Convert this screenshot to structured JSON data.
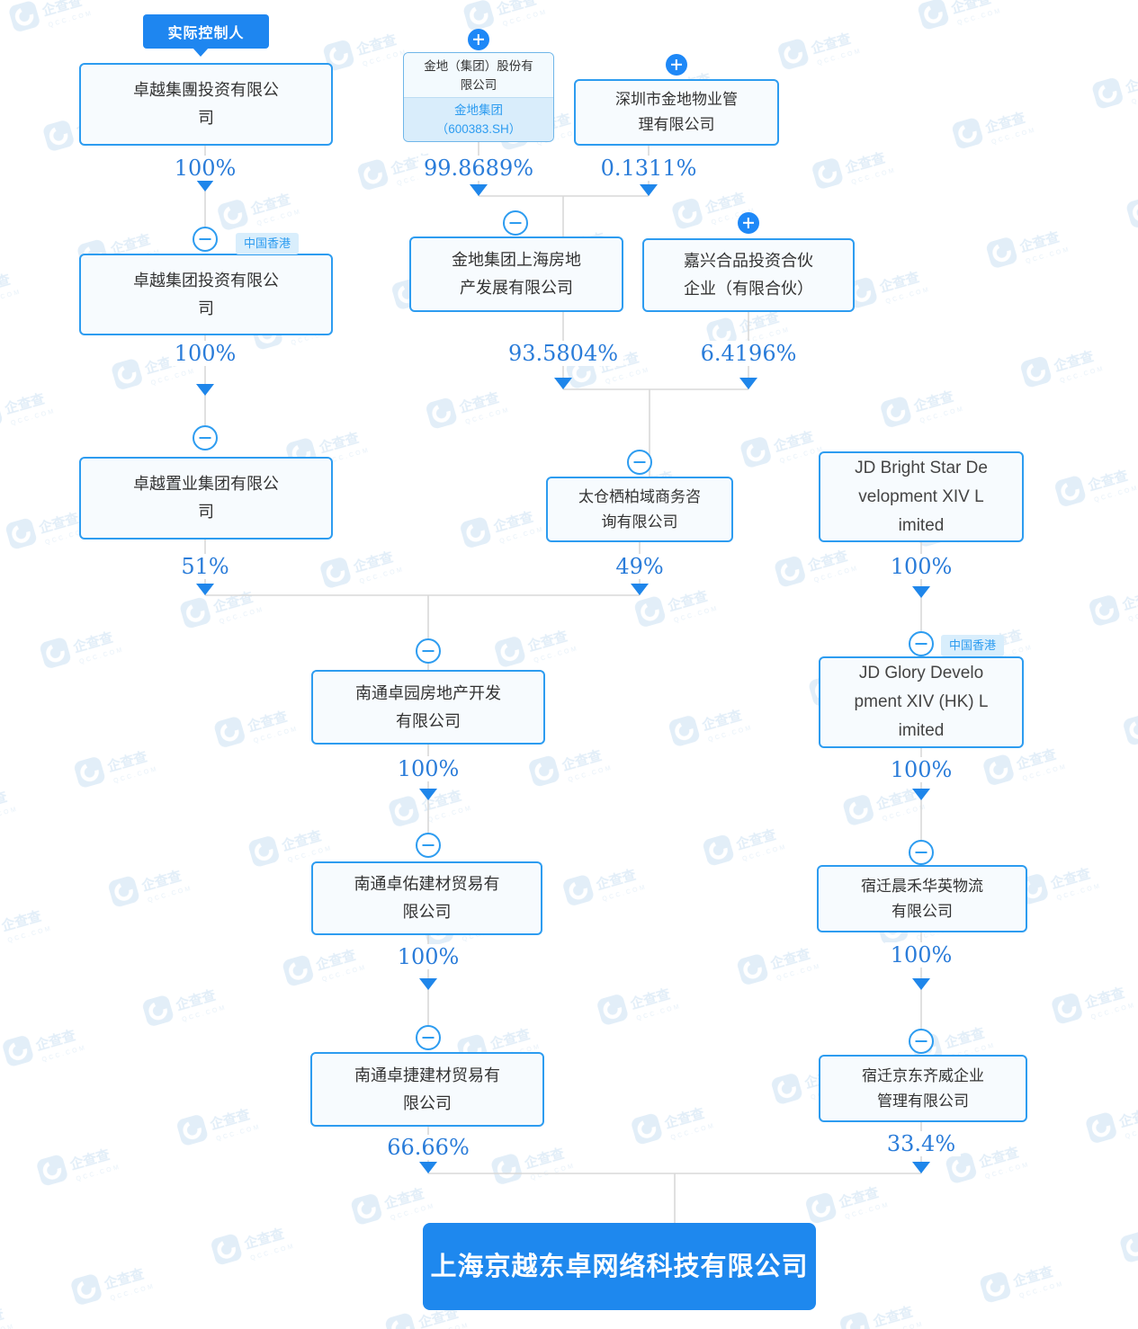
{
  "watermark": {
    "brand": "企查查",
    "domain": "qcc.com"
  },
  "badge": {
    "label": "实际控制人"
  },
  "colors": {
    "accent": "#2d9cf0",
    "percent_text": "#2a7cd9",
    "arrow": "#1f86ea",
    "line": "#d8d8d8",
    "badge_bg": "#1e86f0",
    "final_node_bg": "#1e88ee",
    "tag_bg": "#d9eefc"
  },
  "nodes": {
    "a": {
      "name": "卓越集團投资有限公司",
      "lines": [
        "卓越集團投资有限公",
        "司"
      ]
    },
    "b": {
      "name": "金地（集团）股份有限公司",
      "lines": [
        "金地（集团）股份有",
        "限公司"
      ],
      "alias": "金地集团",
      "stock_code": "（600383.SH）"
    },
    "c": {
      "name": "深圳市金地物业管理有限公司",
      "lines": [
        "深圳市金地物业管",
        "理有限公司"
      ]
    },
    "d": {
      "name": "金地集团上海房地产发展有限公司",
      "lines": [
        "金地集团上海房地",
        "产发展有限公司"
      ]
    },
    "e": {
      "name": "嘉兴合品投资合伙企业（有限合伙）",
      "lines": [
        "嘉兴合品投资合伙",
        "企业（有限合伙）"
      ]
    },
    "f": {
      "name": "卓越集团投资有限公司",
      "lines": [
        "卓越集团投资有限公",
        "司"
      ],
      "tag": "中国香港"
    },
    "g": {
      "name": "卓越置业集团有限公司",
      "lines": [
        "卓越置业集团有限公",
        "司"
      ]
    },
    "h": {
      "name": "太仓栖柏域商务咨询有限公司",
      "lines": [
        "太仓栖柏域商务咨",
        "询有限公司"
      ]
    },
    "i": {
      "name": "JD Bright Star Development XIV Limited",
      "lines": [
        "JD Bright Star De",
        "velopment XIV L",
        "imited"
      ]
    },
    "j": {
      "name": "南通卓园房地产开发有限公司",
      "lines": [
        "南通卓园房地产开发",
        "有限公司"
      ]
    },
    "k": {
      "name": "JD Glory Development XIV (HK) Limited",
      "lines": [
        "JD Glory Develo",
        "pment XIV (HK) L",
        "imited"
      ],
      "tag": "中国香港"
    },
    "l": {
      "name": "南通卓佑建材贸易有限公司",
      "lines": [
        "南通卓佑建材贸易有",
        "限公司"
      ]
    },
    "m": {
      "name": "宿迁晨禾华英物流有限公司",
      "lines": [
        "宿迁晨禾华英物流",
        "有限公司"
      ]
    },
    "n": {
      "name": "南通卓捷建材贸易有限公司",
      "lines": [
        "南通卓捷建材贸易有",
        "限公司"
      ]
    },
    "o": {
      "name": "宿迁京东齐威企业管理有限公司",
      "lines": [
        "宿迁京东齐威企业",
        "管理有限公司"
      ]
    },
    "p": {
      "name": "上海京越东卓网络科技有限公司",
      "lines": [
        "上海京越东卓网络科技有限公司"
      ]
    }
  },
  "edges": {
    "a_f": "100%",
    "b_d": "99.8689%",
    "c_d": "0.1311%",
    "f_g": "100%",
    "d_h": "93.5804%",
    "e_h": "6.4196%",
    "g_j": "51%",
    "h_j": "49%",
    "i_k": "100%",
    "j_l": "100%",
    "k_m": "100%",
    "l_n": "100%",
    "m_o": "100%",
    "n_p": "66.66%",
    "o_p": "33.4%"
  }
}
